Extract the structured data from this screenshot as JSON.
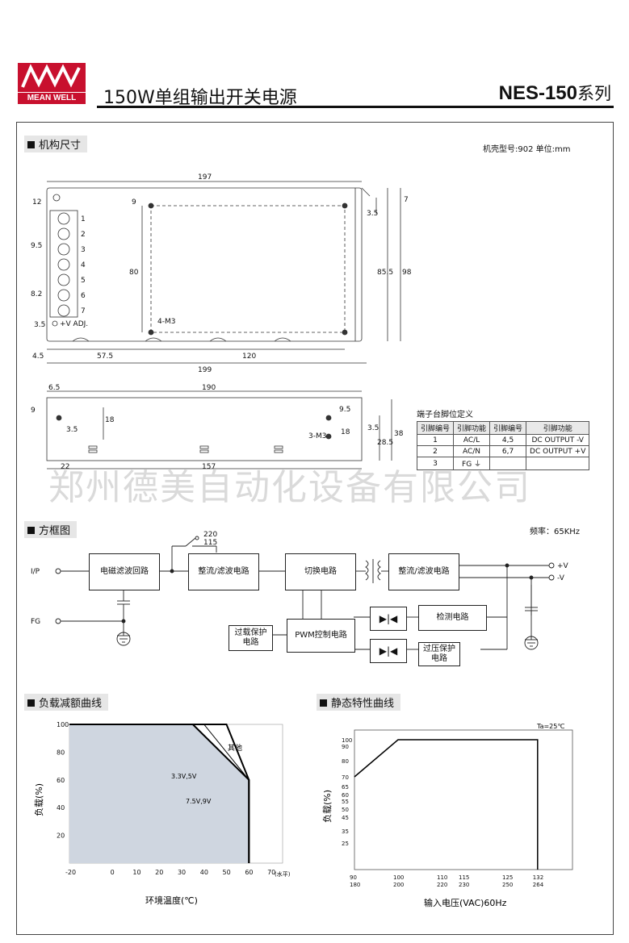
{
  "header": {
    "logo_text": "MEAN WELL",
    "title": "150W单组输出开关电源",
    "series_model": "NES-150",
    "series_suffix": "系列"
  },
  "mechanical": {
    "section_title": "机构尺寸",
    "case_note": "机壳型号:902   单位:mm",
    "top_view": {
      "width_top": "197",
      "width_bottom": "199",
      "left_offset": "57.5",
      "hole_span": "120",
      "left_edge": "4.5",
      "height_12": "12",
      "pitch_9_5": "9.5",
      "pitch_8_2": "8.2",
      "hole_dia": "3.5",
      "inner_9": "9",
      "inner_80": "80",
      "m3_label": "4-M3",
      "right_7": "7",
      "right_3_5": "3.5",
      "right_85_5": "85.5",
      "right_98": "98",
      "terminals": [
        "1",
        "2",
        "3",
        "4",
        "5",
        "6",
        "7"
      ],
      "vadj": "+V ADJ."
    },
    "side_view": {
      "left_6_5": "6.5",
      "length_190": "190",
      "height_9": "9",
      "hole_dia": "3.5",
      "dim_18a": "18",
      "dim_9_5": "9.5",
      "dim_18b": "18",
      "m3_label": "3-M3",
      "dim_3_5": "3.5",
      "dim_28_5": "28.5",
      "dim_38": "38",
      "bottom_22": "22",
      "bottom_157": "157"
    },
    "pin_table": {
      "title": "端子台脚位定义",
      "headers": [
        "引脚编号",
        "引脚功能",
        "引脚编号",
        "引脚功能"
      ],
      "rows": [
        [
          "1",
          "AC/L",
          "4,5",
          "DC OUTPUT -V"
        ],
        [
          "2",
          "AC/N",
          "6,7",
          "DC OUTPUT +V"
        ],
        [
          "3",
          "FG ⏚",
          "",
          ""
        ]
      ]
    },
    "watermark": "郑州德美自动化设备有限公司"
  },
  "block_diagram": {
    "section_title": "方框图",
    "frequency": "频率：65KHz",
    "ip_label": "I/P",
    "fg_label": "FG",
    "switch_220": "220",
    "switch_115": "115",
    "emi": "电磁滤波回路",
    "rect1": "整流/滤波电路",
    "switching": "切换电路",
    "rect2": "整流/滤波电路",
    "plus_v": "+V",
    "minus_v": "-V",
    "ocp": "过载保护\n电路",
    "pwm": "PWM控制电路",
    "detect": "检测电路",
    "ovp": "过压保护\n电路"
  },
  "derating": {
    "section_title": "负载减额曲线",
    "ylabel": "负载(%)",
    "xlabel": "环境温度(℃)",
    "x_ticks": [
      "-20",
      "0",
      "10",
      "20",
      "30",
      "40",
      "50",
      "60",
      "70"
    ],
    "x_unit": "(水平)",
    "y_ticks": [
      "20",
      "40",
      "60",
      "80",
      "100"
    ],
    "labels": {
      "other": "其他",
      "v33": "3.3V,5V",
      "v75": "7.5V,9V"
    },
    "chart_data": {
      "type": "area",
      "x_range": [
        -20,
        75
      ],
      "y_range": [
        0,
        100
      ],
      "series": [
        {
          "name": "其他",
          "points": [
            [
              -20,
              100
            ],
            [
              50,
              100
            ],
            [
              60,
              60
            ],
            [
              60,
              0
            ]
          ]
        },
        {
          "name": "3.3V,5V",
          "points": [
            [
              -20,
              100
            ],
            [
              40,
              100
            ],
            [
              60,
              60
            ]
          ]
        },
        {
          "name": "7.5V,9V",
          "points": [
            [
              -20,
              100
            ],
            [
              35,
              100
            ],
            [
              60,
              60
            ],
            [
              60,
              0
            ]
          ]
        }
      ]
    }
  },
  "static": {
    "section_title": "静态特性曲线",
    "ta": "Ta=25℃",
    "ylabel": "负载(%)",
    "xlabel": "输入电压(VAC)60Hz",
    "y_ticks": [
      "25",
      "35",
      "45",
      "50",
      "55",
      "60",
      "65",
      "70",
      "80",
      "90",
      "100"
    ],
    "x_ticks_top": [
      "90",
      "100",
      "110",
      "115",
      "125",
      "132"
    ],
    "x_ticks_bottom": [
      "180",
      "200",
      "220",
      "230",
      "250",
      "264"
    ],
    "chart_data": {
      "type": "line",
      "x": [
        90,
        100,
        132,
        132
      ],
      "y": [
        70,
        100,
        100,
        0
      ]
    }
  }
}
